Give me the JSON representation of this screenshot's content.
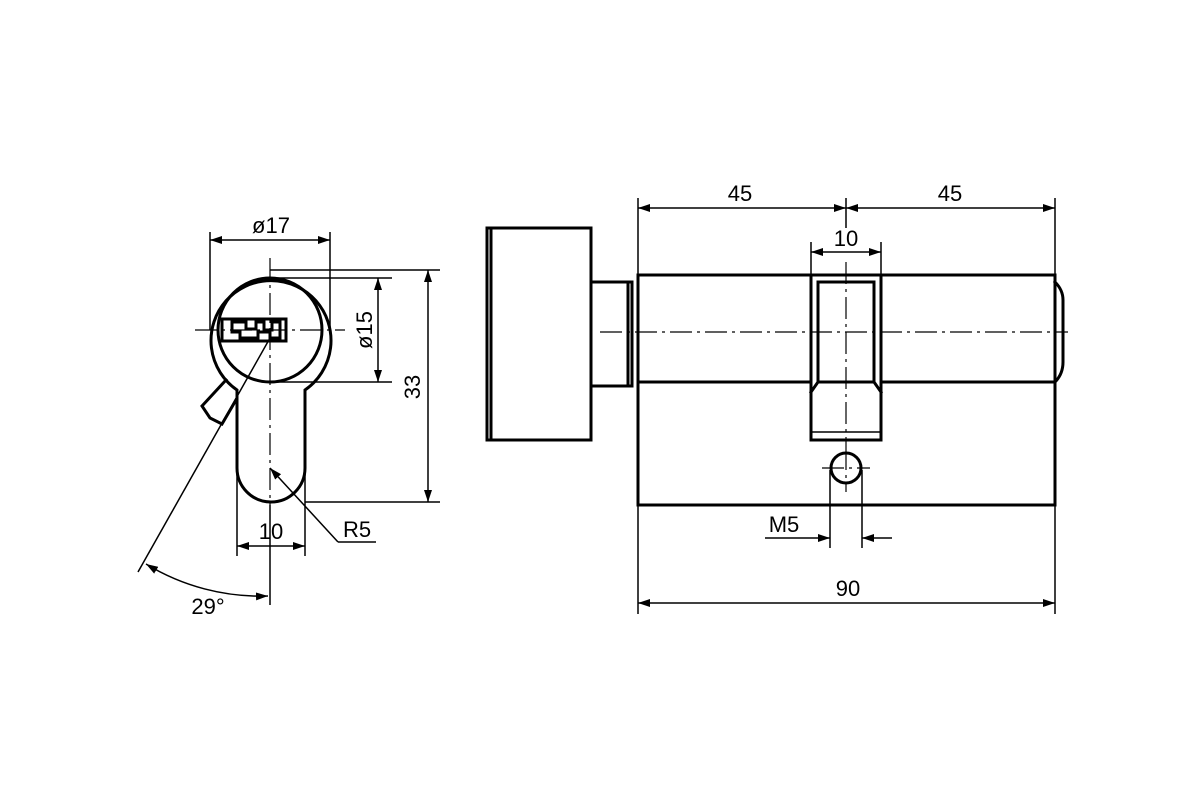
{
  "dimensions": {
    "outer_diameter": "ø17",
    "plug_diameter": "ø15",
    "height": "33",
    "cam_width": "10",
    "radius": "R5",
    "angle": "29°",
    "half_length_left": "45",
    "half_length_right": "45",
    "center_width": "10",
    "screw": "M5",
    "total_length": "90"
  }
}
